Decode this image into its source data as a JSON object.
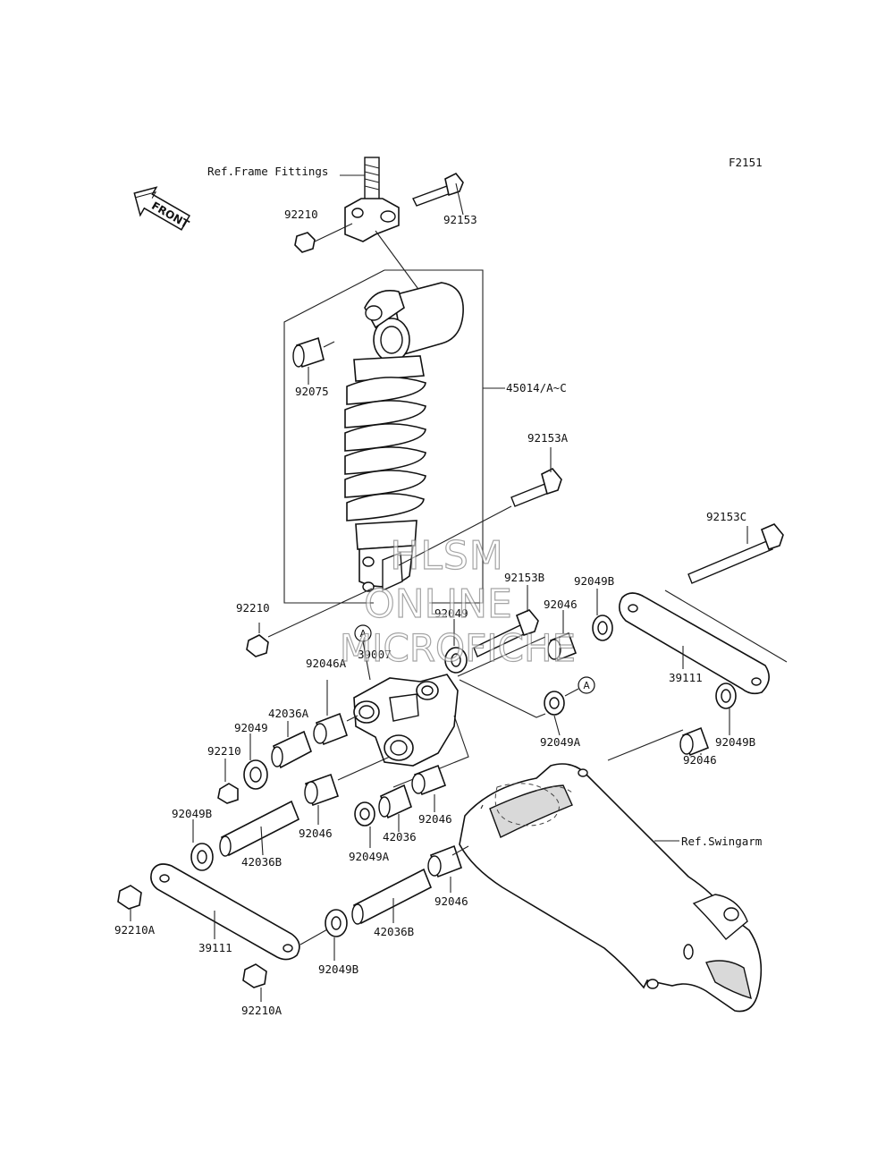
{
  "figure_code": "F2151",
  "front_label": "FRONT",
  "ref_frame": "Ref.Frame Fittings",
  "ref_swingarm": "Ref.Swingarm",
  "circle_marker": "A",
  "parts": {
    "n92153_top": "92153",
    "n92210_top": "92210",
    "n92075": "92075",
    "n45014": "45014/A~C",
    "n92153A": "92153A",
    "n92153C": "92153C",
    "n92153B": "92153B",
    "n92049B_r": "92049B",
    "n92046_tr": "92046",
    "n92049_mid": "92049",
    "n92210_mid": "92210",
    "n39007": "39007",
    "n39111_r": "39111",
    "n92049A_r": "92049A",
    "n92046A": "92046A",
    "n42036A": "42036A",
    "n92049_l": "92049",
    "n92210_l": "92210",
    "n92046_r2": "92046",
    "n92049B_r2": "92049B",
    "n92049B_l": "92049B",
    "n92046_m1": "92046",
    "n42036": "42036",
    "n92046_m2": "92046",
    "n42036B_l": "42036B",
    "n92049A_m": "92049A",
    "n92046_m3": "92046",
    "n92210A_l": "92210A",
    "n39111_l": "39111",
    "n42036B_m": "42036B",
    "n92049B_b": "92049B",
    "n92210A_b": "92210A"
  },
  "watermark": {
    "line1": "HLSM",
    "line2": "ONLINE",
    "line3": "MICROFICHE"
  }
}
